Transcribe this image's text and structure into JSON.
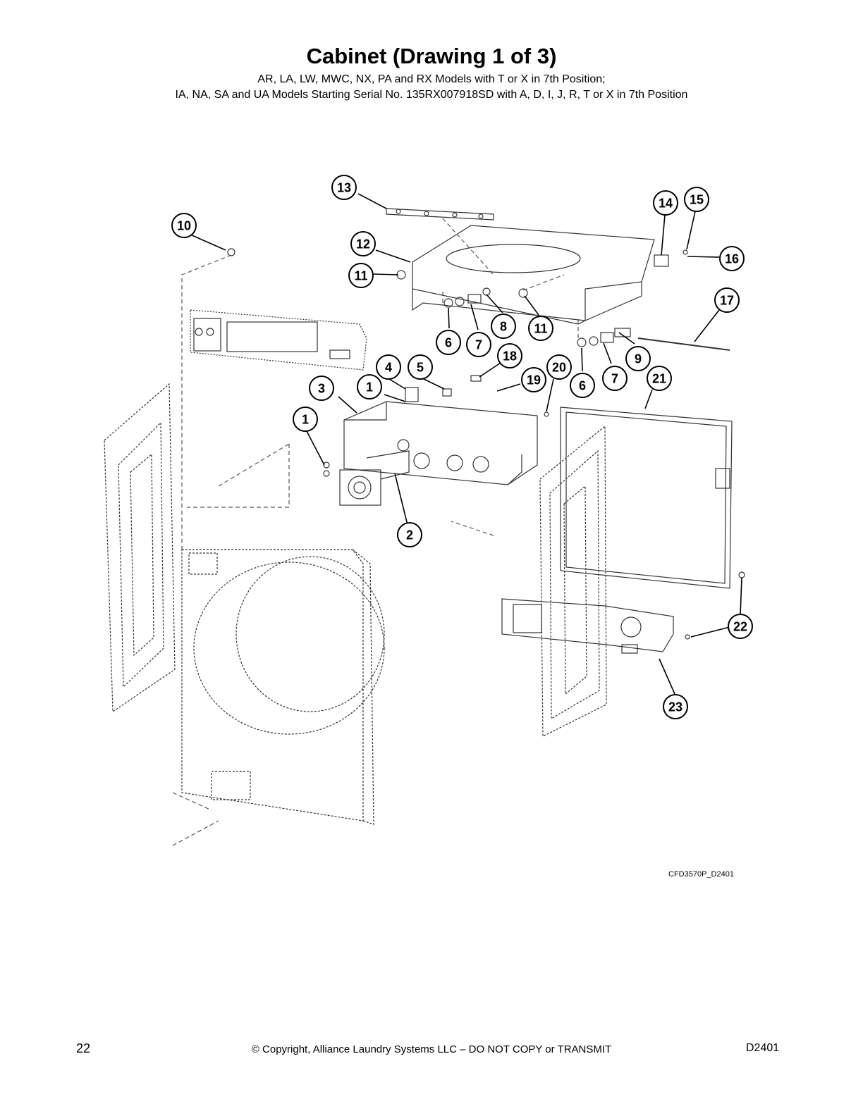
{
  "header": {
    "title": "Cabinet (Drawing 1 of 3)",
    "subtitle_line1": "AR, LA, LW, MWC, NX, PA and RX Models with T or X in 7th Position;",
    "subtitle_line2": "IA, NA, SA and UA Models Starting Serial No. 135RX007918SD with A, D, I, J, R, T or X in 7th Position"
  },
  "drawing": {
    "code": "CFD3570P_D2401",
    "callouts": [
      "13",
      "14",
      "15",
      "10",
      "12",
      "16",
      "11",
      "17",
      "8",
      "11",
      "6",
      "7",
      "18",
      "9",
      "4",
      "5",
      "20",
      "3",
      "1",
      "19",
      "6",
      "7",
      "21",
      "1",
      "2",
      "22",
      "23"
    ]
  },
  "footer": {
    "page_number": "22",
    "copyright": "© Copyright, Alliance Laundry Systems LLC – DO NOT COPY or TRANSMIT",
    "doc_id": "D2401"
  }
}
